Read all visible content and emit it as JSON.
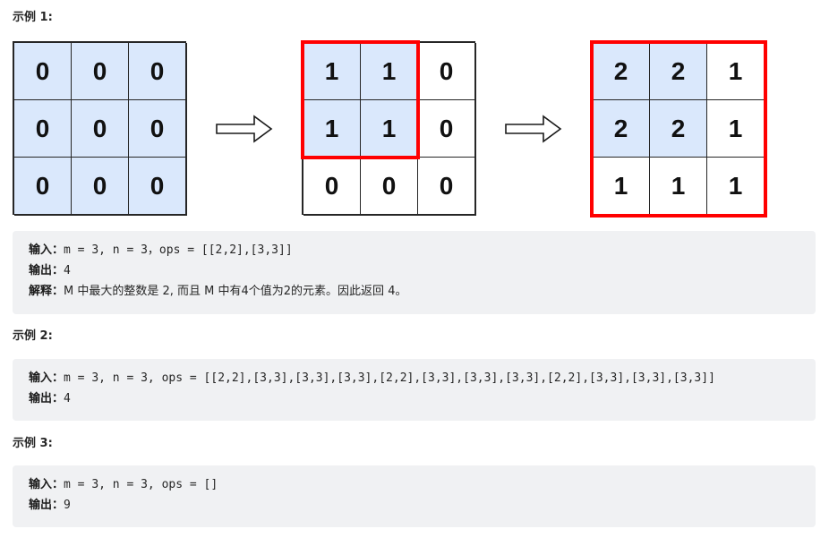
{
  "examples": [
    {
      "heading": "示例 1:",
      "figure": {
        "grids": [
          {
            "cells": [
              [
                "0",
                "0",
                "0"
              ],
              [
                "0",
                "0",
                "0"
              ],
              [
                "0",
                "0",
                "0"
              ]
            ],
            "highlighted": [
              [
                true,
                true,
                true
              ],
              [
                true,
                true,
                true
              ],
              [
                true,
                true,
                true
              ]
            ],
            "red_box": "none"
          },
          {
            "cells": [
              [
                "1",
                "1",
                "0"
              ],
              [
                "1",
                "1",
                "0"
              ],
              [
                "0",
                "0",
                "0"
              ]
            ],
            "highlighted": [
              [
                true,
                true,
                false
              ],
              [
                true,
                true,
                false
              ],
              [
                false,
                false,
                false
              ]
            ],
            "red_box": "2x2"
          },
          {
            "cells": [
              [
                "2",
                "2",
                "1"
              ],
              [
                "2",
                "2",
                "1"
              ],
              [
                "1",
                "1",
                "1"
              ]
            ],
            "highlighted": [
              [
                true,
                true,
                false
              ],
              [
                true,
                true,
                false
              ],
              [
                false,
                false,
                false
              ]
            ],
            "red_box": "3x3"
          }
        ],
        "arrow_icon": "right-arrow-icon",
        "colors": {
          "highlight": "#dae8fc",
          "red_box": "#ff0000",
          "border": "#262626"
        }
      },
      "input_label": "输入：",
      "input_value": "m = 3, n = 3，ops = [[2,2],[3,3]]",
      "output_label": "输出：",
      "output_value": "4",
      "explanation_label": "解释：",
      "explanation_value": "M 中最大的整数是 2, 而且 M 中有4个值为2的元素。因此返回 4。"
    },
    {
      "heading": "示例 2:",
      "input_label": "输入：",
      "input_value": "m = 3, n = 3, ops = [[2,2],[3,3],[3,3],[3,3],[2,2],[3,3],[3,3],[3,3],[2,2],[3,3],[3,3],[3,3]]",
      "output_label": "输出：",
      "output_value": "4"
    },
    {
      "heading": "示例 3:",
      "input_label": "输入：",
      "input_value": "m = 3, n = 3, ops = []",
      "output_label": "输出：",
      "output_value": "9"
    }
  ]
}
